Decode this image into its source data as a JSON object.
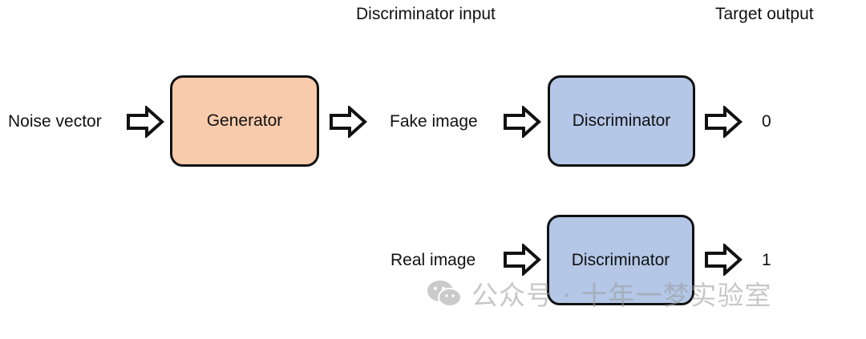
{
  "headers": {
    "discriminator_input": "Discriminator input",
    "target_output": "Target output"
  },
  "labels": {
    "noise_vector": "Noise vector",
    "fake_image": "Fake image",
    "real_image": "Real image",
    "target_fake": "0",
    "target_real": "1"
  },
  "boxes": {
    "generator": "Generator",
    "discriminator_top": "Discriminator",
    "discriminator_bottom": "Discriminator"
  },
  "colors": {
    "generator_fill": "#f8cbad",
    "discriminator_fill": "#b4c7e7",
    "stroke": "#111111"
  },
  "watermark": {
    "icon": "wechat-icon",
    "text": "公众号 · 十年一梦实验室"
  }
}
